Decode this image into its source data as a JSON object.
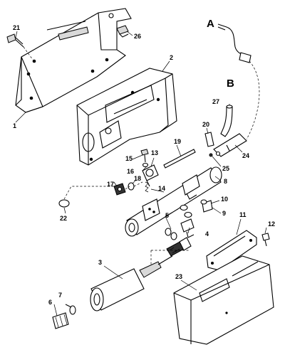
{
  "letters": [
    {
      "id": "A",
      "text": "A"
    },
    {
      "id": "B",
      "text": "B"
    }
  ],
  "callouts": [
    {
      "id": "1",
      "text": "1"
    },
    {
      "id": "2",
      "text": "2"
    },
    {
      "id": "3",
      "text": "3"
    },
    {
      "id": "4",
      "text": "4"
    },
    {
      "id": "5",
      "text": "5"
    },
    {
      "id": "6",
      "text": "6"
    },
    {
      "id": "7",
      "text": "7"
    },
    {
      "id": "8",
      "text": "8"
    },
    {
      "id": "9",
      "text": "9"
    },
    {
      "id": "10",
      "text": "10"
    },
    {
      "id": "11",
      "text": "11"
    },
    {
      "id": "12",
      "text": "12"
    },
    {
      "id": "13",
      "text": "13"
    },
    {
      "id": "14",
      "text": "14"
    },
    {
      "id": "15",
      "text": "15"
    },
    {
      "id": "16",
      "text": "16"
    },
    {
      "id": "17",
      "text": "17"
    },
    {
      "id": "18",
      "text": "18"
    },
    {
      "id": "19",
      "text": "19"
    },
    {
      "id": "20",
      "text": "20"
    },
    {
      "id": "21",
      "text": "21"
    },
    {
      "id": "22",
      "text": "22"
    },
    {
      "id": "23",
      "text": "23"
    },
    {
      "id": "24",
      "text": "24"
    },
    {
      "id": "25",
      "text": "25"
    },
    {
      "id": "26",
      "text": "26"
    },
    {
      "id": "27",
      "text": "27"
    }
  ]
}
